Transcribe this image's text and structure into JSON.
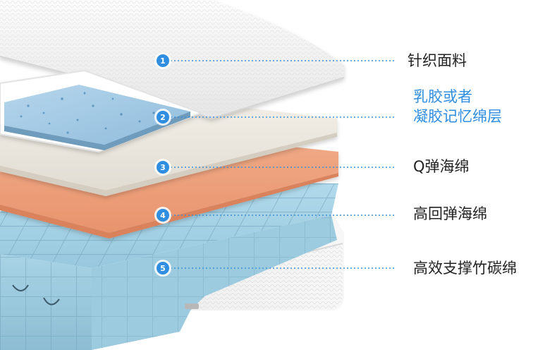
{
  "layers": [
    {
      "number": "1",
      "name": "针织面料"
    },
    {
      "number": "2",
      "name": "乳胶或者",
      "name_line2": "凝胶记忆绵层"
    },
    {
      "number": "3",
      "name": "Q弹海绵"
    },
    {
      "number": "4",
      "name": "高回弹海绵"
    },
    {
      "number": "5",
      "name": "高效支撑竹碳绵"
    }
  ],
  "colors": {
    "accent": "#2f8ee0",
    "label_text": "#222222",
    "fabric": "#f2f2f2",
    "latex": "#a9cde6",
    "q_foam": "#ece8e0",
    "hr_foam": "#ee9e78",
    "support_foam": "#a7d3e6"
  }
}
